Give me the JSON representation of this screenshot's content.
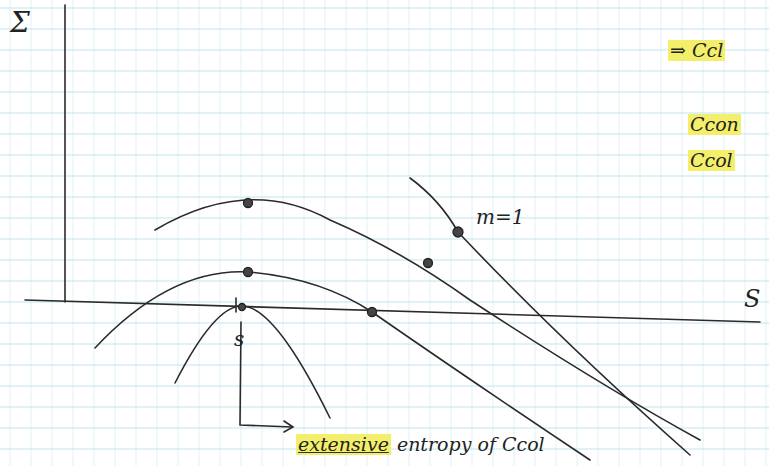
{
  "diagram": {
    "labels": [
      "Σ",
      "S",
      "m=1",
      "s",
      "extensive",
      "entropy of Ccol",
      "⇒ Ccl",
      "Ccon",
      "Ccol"
    ]
  }
}
